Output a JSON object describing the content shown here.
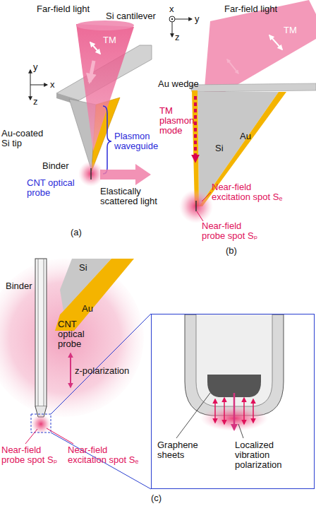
{
  "diagram": {
    "nodes": [
      {
        "text": [
          "Graphene sheets",
          "Localized vibration polarization"
        ]
      }
    ],
    "labels": [
      "Far-field light",
      "Si cantilever",
      "TM",
      "y",
      "x",
      "z",
      "Au-coated Si tip",
      "Plasmon waveguide",
      "Binder",
      "CNT optical probe",
      "Elastically scattered light",
      "(a)",
      "Far-field light",
      "x",
      "y",
      "z",
      "TM",
      "Au wedge",
      "TM plasmon mode",
      "Si",
      "Au",
      "Near-field excitation spot Sₑ",
      "Near-field probe spot Sₚ",
      "(b)",
      "Si",
      "Binder",
      "Au",
      "CNT optical probe",
      "z-polarization",
      "Near-field probe spot Sₚ",
      "Near-field excitation spot Sₑ",
      "(c)"
    ]
  }
}
